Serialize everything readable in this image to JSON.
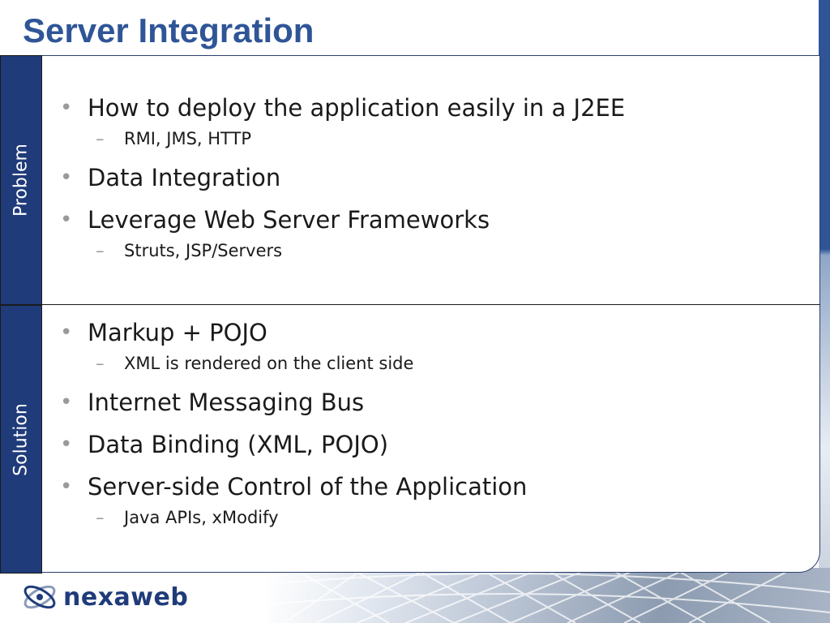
{
  "slide": {
    "title": "Server Integration"
  },
  "sections": {
    "problem": {
      "label": "Problem",
      "items": [
        {
          "text": "How to deploy the application easily in a J2EE",
          "sub": [
            "RMI, JMS, HTTP"
          ]
        },
        {
          "text": "Data Integration",
          "sub": []
        },
        {
          "text": "Leverage Web Server Frameworks",
          "sub": [
            "Struts, JSP/Servers"
          ]
        }
      ]
    },
    "solution": {
      "label": "Solution",
      "items": [
        {
          "text": "Markup + POJO",
          "sub": [
            "XML is rendered on the client side"
          ]
        },
        {
          "text": "Internet Messaging Bus",
          "sub": []
        },
        {
          "text": "Data Binding (XML, POJO)",
          "sub": []
        },
        {
          "text": "Server-side Control of the Application",
          "sub": [
            "Java APIs, xModify"
          ]
        }
      ]
    }
  },
  "logo": {
    "text": "nexaweb",
    "icon": "nexaweb-logo-icon"
  },
  "colors": {
    "title": "#2f5597",
    "tab_bg": "#1f3b7a",
    "bullet": "#9a9a9a",
    "text": "#1a1a1a"
  }
}
